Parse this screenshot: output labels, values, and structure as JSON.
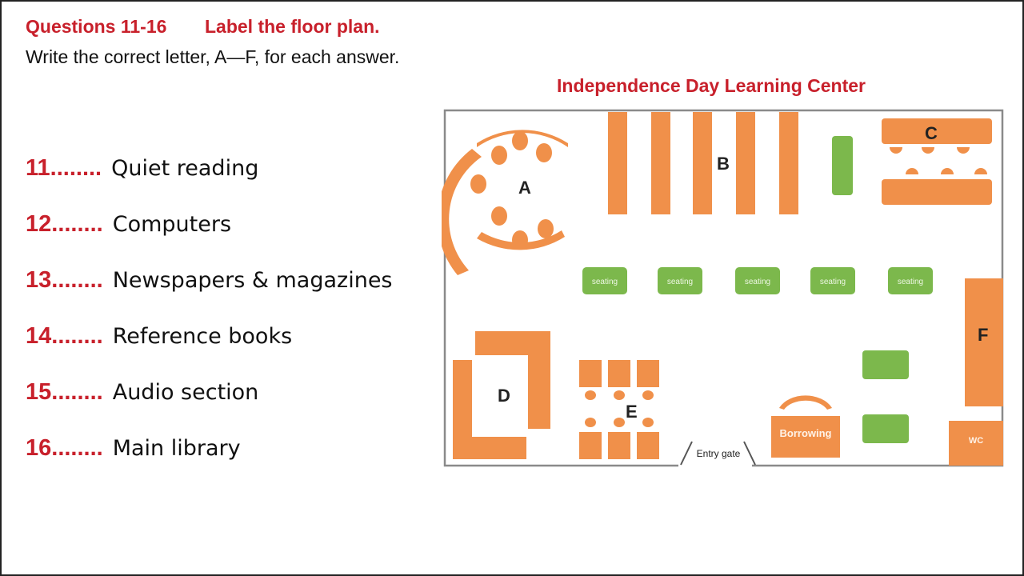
{
  "header": {
    "questions_label": "Questions 11-16",
    "task_title": "Label the floor plan.",
    "instruction": "Write the correct letter, A—F, for each answer."
  },
  "plan": {
    "title": "Independence Day Learning Center",
    "letters": {
      "a": "A",
      "b": "B",
      "c": "C",
      "d": "D",
      "e": "E",
      "f": "F"
    },
    "seating_label": "seating",
    "borrowing_label": "Borrowing",
    "wc_label": "WC",
    "entry_label": "Entry gate",
    "colors": {
      "furniture": "#f0904a",
      "green": "#7cb84c",
      "heading": "#c8202b"
    }
  },
  "questions": [
    {
      "num": "11........",
      "text": "Quiet reading"
    },
    {
      "num": "12........",
      "text": "Computers"
    },
    {
      "num": "13........",
      "text": "Newspapers & magazines"
    },
    {
      "num": "14........",
      "text": "Reference books"
    },
    {
      "num": "15........",
      "text": "Audio section"
    },
    {
      "num": "16........",
      "text": "Main library"
    }
  ]
}
